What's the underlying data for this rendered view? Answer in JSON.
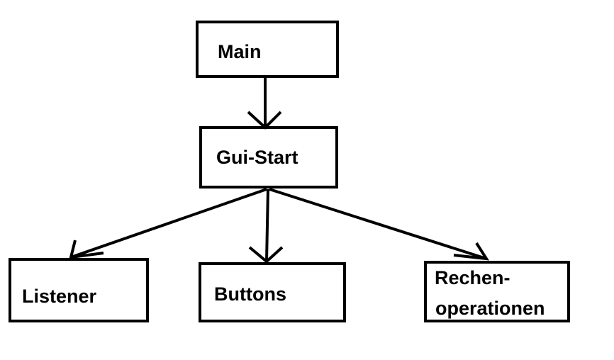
{
  "nodes": {
    "main": {
      "label": "Main"
    },
    "gui_start": {
      "label": "Gui-Start"
    },
    "listener": {
      "label": "Listener"
    },
    "buttons": {
      "label": "Buttons"
    },
    "rechenoperationen": {
      "line1": "Rechen-",
      "line2": "operationen"
    }
  },
  "edges": [
    {
      "from": "Main",
      "to": "Gui-Start"
    },
    {
      "from": "Gui-Start",
      "to": "Listener"
    },
    {
      "from": "Gui-Start",
      "to": "Buttons"
    },
    {
      "from": "Gui-Start",
      "to": "Rechenoperationen"
    }
  ],
  "colors": {
    "stroke": "#000000",
    "background": "#ffffff"
  }
}
